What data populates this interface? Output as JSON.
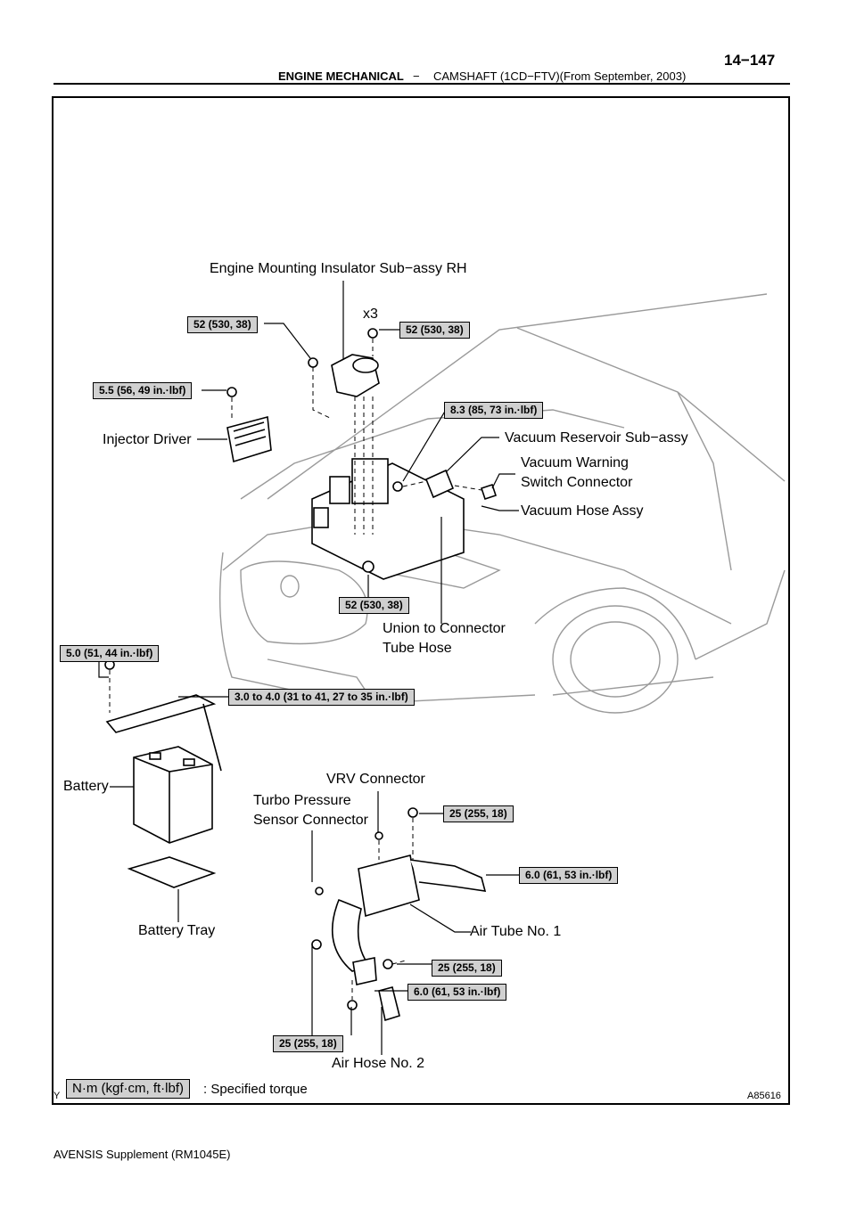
{
  "header": {
    "section": "ENGINE MECHANICAL",
    "dash": "−",
    "subsection": "CAMSHAFT (1CD−FTV)(From September, 2003)",
    "page": "14−147"
  },
  "labels": {
    "engine_mount": "Engine Mounting Insulator Sub−assy RH",
    "x3": "x3",
    "injector_driver": "Injector Driver",
    "vacuum_reservoir": "Vacuum Reservoir Sub−assy",
    "vacuum_warning_1": "Vacuum Warning",
    "vacuum_warning_2": "Switch Connector",
    "vacuum_hose": "Vacuum Hose Assy",
    "union_1": "Union to Connector",
    "union_2": "Tube Hose",
    "battery": "Battery",
    "battery_tray": "Battery Tray",
    "vrv": "VRV Connector",
    "turbo_1": "Turbo Pressure",
    "turbo_2": "Sensor Connector",
    "air_tube": "Air Tube No. 1",
    "air_hose": "Air Hose No. 2"
  },
  "torques": {
    "t1": "52 (530, 38)",
    "t2": "52 (530, 38)",
    "t3": "5.5 (56, 49 in.·lbf)",
    "t4": "8.3 (85, 73 in.·lbf)",
    "t5": "52 (530, 38)",
    "t6": "5.0 (51, 44 in.·lbf)",
    "t7": "3.0 to 4.0 (31 to 41, 27 to 35 in.·lbf)",
    "t8": "25 (255, 18)",
    "t9": "6.0 (61, 53 in.·lbf)",
    "t10": "25 (255, 18)",
    "t11": "6.0 (61, 53 in.·lbf)",
    "t12": "25 (255, 18)"
  },
  "legend": {
    "unit": "N·m (kgf·cm, ft·lbf)",
    "text": ": Specified torque"
  },
  "marks": {
    "y": "Y",
    "code": "A85616"
  },
  "footer": "AVENSIS Supplement   (RM1045E)"
}
